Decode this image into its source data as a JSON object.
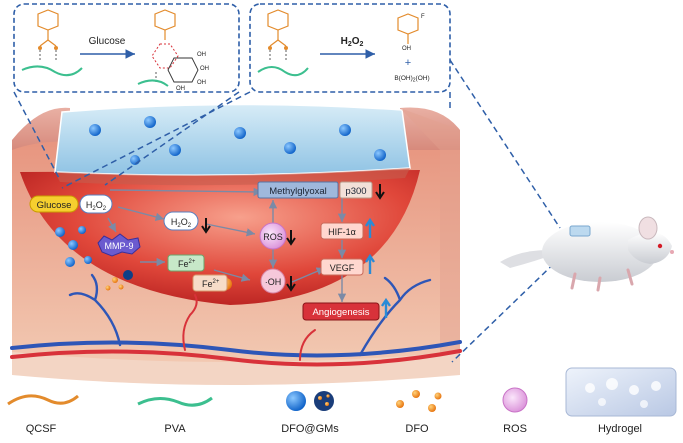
{
  "inset_left": {
    "reagent": "Glucose",
    "product_labels": [
      "OH",
      "OH",
      "OH",
      "OH"
    ]
  },
  "inset_right": {
    "reagent": "H",
    "reagent_sub": "2",
    "reagent_tail": "O",
    "reagent_sub2": "2",
    "plus": "+",
    "product_label": "OH",
    "byproduct": "B(OH)",
    "byproduct_sub": "2",
    "byproduct_tail": "(OH)",
    "substituent": "F"
  },
  "pathway": {
    "glucose": "Glucose",
    "h2o2_a": "H",
    "h2o2_b": "H",
    "mmp9": "MMP-9",
    "fe2_a": "Fe",
    "fe2_b": "Fe",
    "fe_sup": "2+",
    "ros": "ROS",
    "oh": "·OH",
    "methylglyoxal": "Methylglyoxal",
    "p300": "p300",
    "hif": "HIF-1α",
    "vegf": "VEGF",
    "angiogenesis": "Angiogenesis",
    "sub2": "2",
    "o": "O"
  },
  "legend": {
    "qcsf": "QCSF",
    "pva": "PVA",
    "dfo_gms": "DFO@GMs",
    "dfo": "DFO",
    "ros": "ROS",
    "hydrogel": "Hydrogel"
  },
  "colors": {
    "qcsf": "#e38b2c",
    "pva": "#3cbf8f",
    "box": "#2f5fa8",
    "red_box": "#d8323a",
    "blue_sphere": "#1f7fe0",
    "ros": "#d98fd8"
  }
}
